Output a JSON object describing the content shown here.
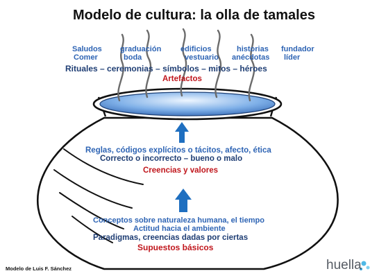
{
  "title": "Modelo de cultura: la olla de tamales",
  "artifacts": {
    "top_row": [
      "Saludos",
      "graduación",
      "edificios",
      "historias",
      "fundador"
    ],
    "mid_row": [
      "Comer",
      "boda",
      "vestuario",
      "anécdotas",
      "líder"
    ],
    "rituals_line": "Rituales  –  ceremonias  –  símbolos  –  mitos   –   héroes",
    "label": "Artefactos"
  },
  "beliefs": {
    "line1": "Reglas, códigos explícitos o tácitos, afecto, ética",
    "line2": "Correcto o incorrecto – bueno o malo",
    "label": "Creencias y valores"
  },
  "assumptions": {
    "line1": "Conceptos  sobre naturaleza humana, el tiempo",
    "line2": "Actitud hacia el ambiente",
    "line3": "Paradigmas,  creencias  dadas  por ciertas",
    "label": "Supuestos básicos"
  },
  "credit": "Modelo  de  Luis  F. Sánchez",
  "logo": "huella",
  "colors": {
    "blue_text": "#2e64b4",
    "navy_text": "#1f3e74",
    "red_text": "#c0161c",
    "arrow": "#1f6fc0",
    "pot_outline": "#111111",
    "water": "#3b7ac6"
  }
}
